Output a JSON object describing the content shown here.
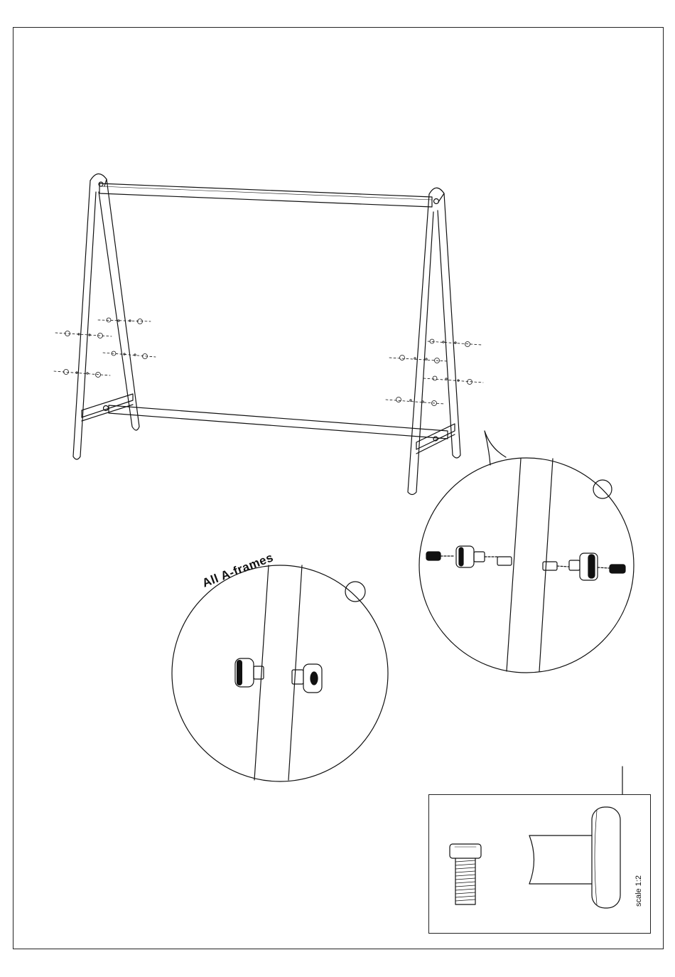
{
  "page": {
    "detail_caption": "All A-frames",
    "scale_label": "scale 1:2"
  },
  "colors": {
    "line": "#111111",
    "background": "#ffffff"
  },
  "icons": {
    "left_detail_marker": "empty-circle",
    "right_detail_marker": "empty-circle"
  }
}
